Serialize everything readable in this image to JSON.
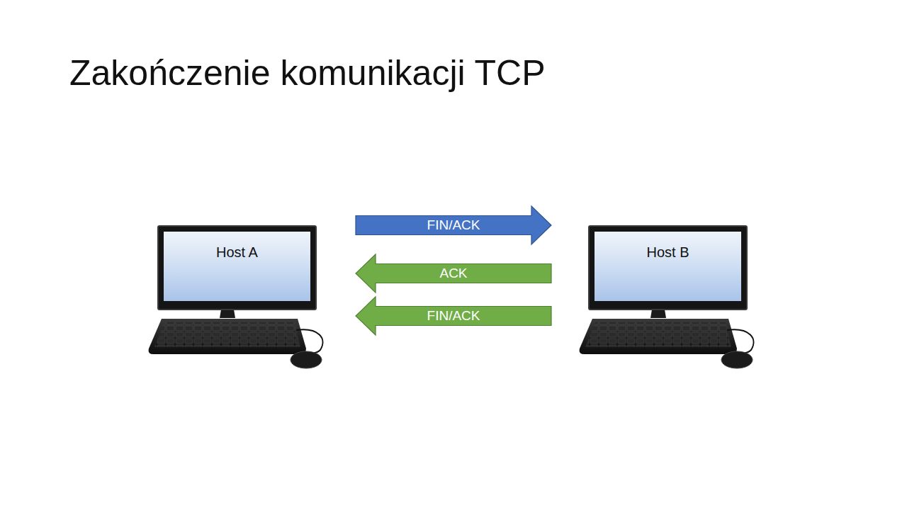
{
  "diagram": {
    "title": "Zakończenie komunikacji TCP",
    "nodes": [
      {
        "text": [
          "Host A"
        ]
      },
      {
        "text": [
          "Host B"
        ]
      }
    ],
    "edges": [
      {
        "from": 0,
        "to": 1,
        "label": "FIN/ACK",
        "arrow": "to"
      },
      {
        "from": 1,
        "to": 0,
        "label": "ACK",
        "arrow": "to"
      },
      {
        "from": 1,
        "to": 0,
        "label": "FIN/ACK",
        "arrow": "to"
      }
    ]
  }
}
